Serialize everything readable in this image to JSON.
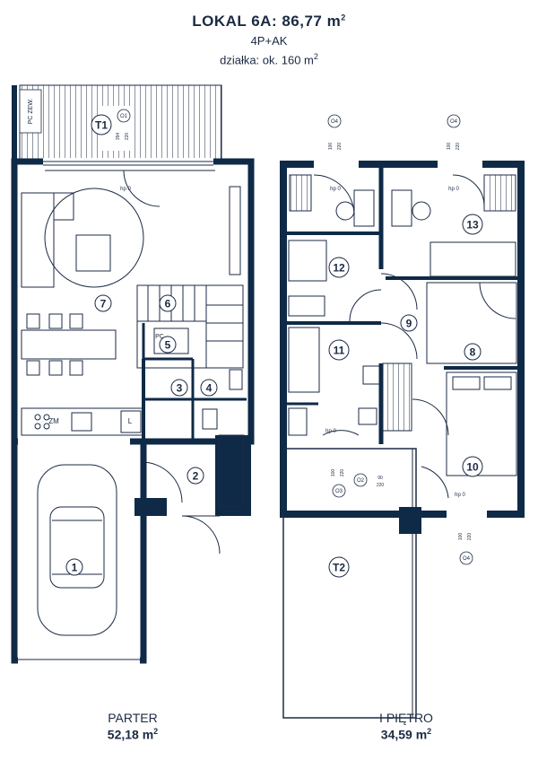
{
  "header": {
    "title": "LOKAL 6A:  86,77 m",
    "title_sup": "2",
    "type": "4P+AK",
    "plot": "działka: ok. 160 m",
    "plot_sup": "2"
  },
  "floors": [
    {
      "label": "PARTER",
      "area": "52,18 m",
      "area_sup": "2"
    },
    {
      "label": "I PIĘTRO",
      "area": "34,59 m",
      "area_sup": "2"
    }
  ],
  "rooms": [
    "1",
    "2",
    "3",
    "4",
    "5",
    "6",
    "7",
    "8",
    "9",
    "10",
    "11",
    "12",
    "13",
    "T1",
    "T2"
  ],
  "annotations": {
    "pc_zew": "PC ZEW.",
    "pc": "PC",
    "zm": "ZM",
    "l": "L",
    "hp0": "hp 0",
    "o1": "O1",
    "o2": "O2",
    "o3": "O3",
    "o4": "O4",
    "w100": "100",
    "w220": "220",
    "w394": "394",
    "w90": "90"
  },
  "colors": {
    "wall": "#0e2a47",
    "line": "#1b2a44",
    "bg": "#ffffff"
  }
}
